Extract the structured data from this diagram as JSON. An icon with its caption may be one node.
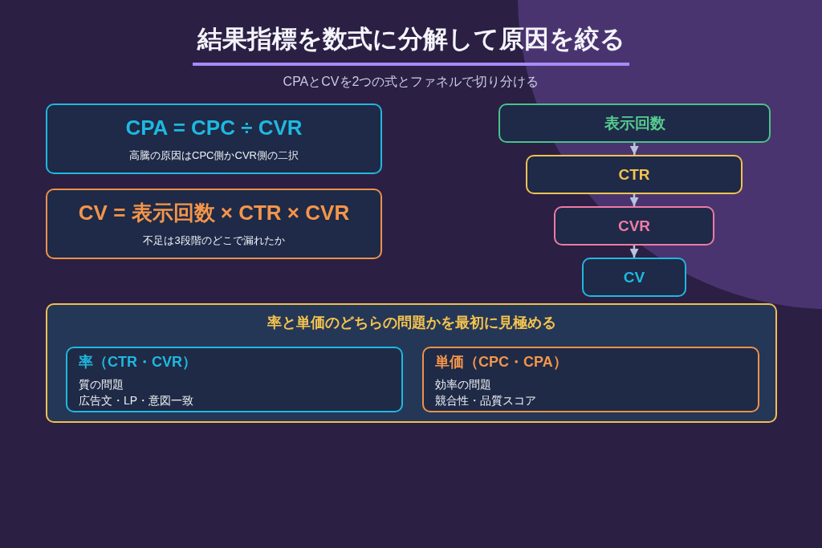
{
  "diagram": {
    "title": "結果指標を数式に分解して原因を絞る",
    "nodes": [
      {
        "text": [
          "CPA = CPC ÷ CVR",
          "高騰の原因はCPC側かCVR側の二択"
        ]
      },
      {
        "text": [
          "CV = 表示回数 × CTR × CVR",
          "不足は3段階のどこで漏れたか"
        ]
      },
      {
        "text": [
          "表示回数"
        ]
      },
      {
        "text": [
          "CTR"
        ]
      },
      {
        "text": [
          "CVR"
        ]
      },
      {
        "text": [
          "CV"
        ]
      },
      {
        "text": [
          "率と単価のどちらの問題かを最初に見極める"
        ]
      },
      {
        "text": [
          "率（CTR・CVR）",
          "質の問題",
          "広告文・LP・意図一致"
        ],
        "in": 6
      },
      {
        "text": [
          "単価（CPC・CPA）",
          "効率の問題",
          "競合性・品質スコア"
        ],
        "in": 6
      }
    ],
    "edges": [
      {
        "from": 2,
        "to": 3,
        "arrow": "to"
      },
      {
        "from": 3,
        "to": 4,
        "arrow": "to"
      },
      {
        "from": 4,
        "to": 5,
        "arrow": "to"
      }
    ],
    "labels": [
      "CPAとCVを2つの式とファネルで切り分ける"
    ]
  }
}
